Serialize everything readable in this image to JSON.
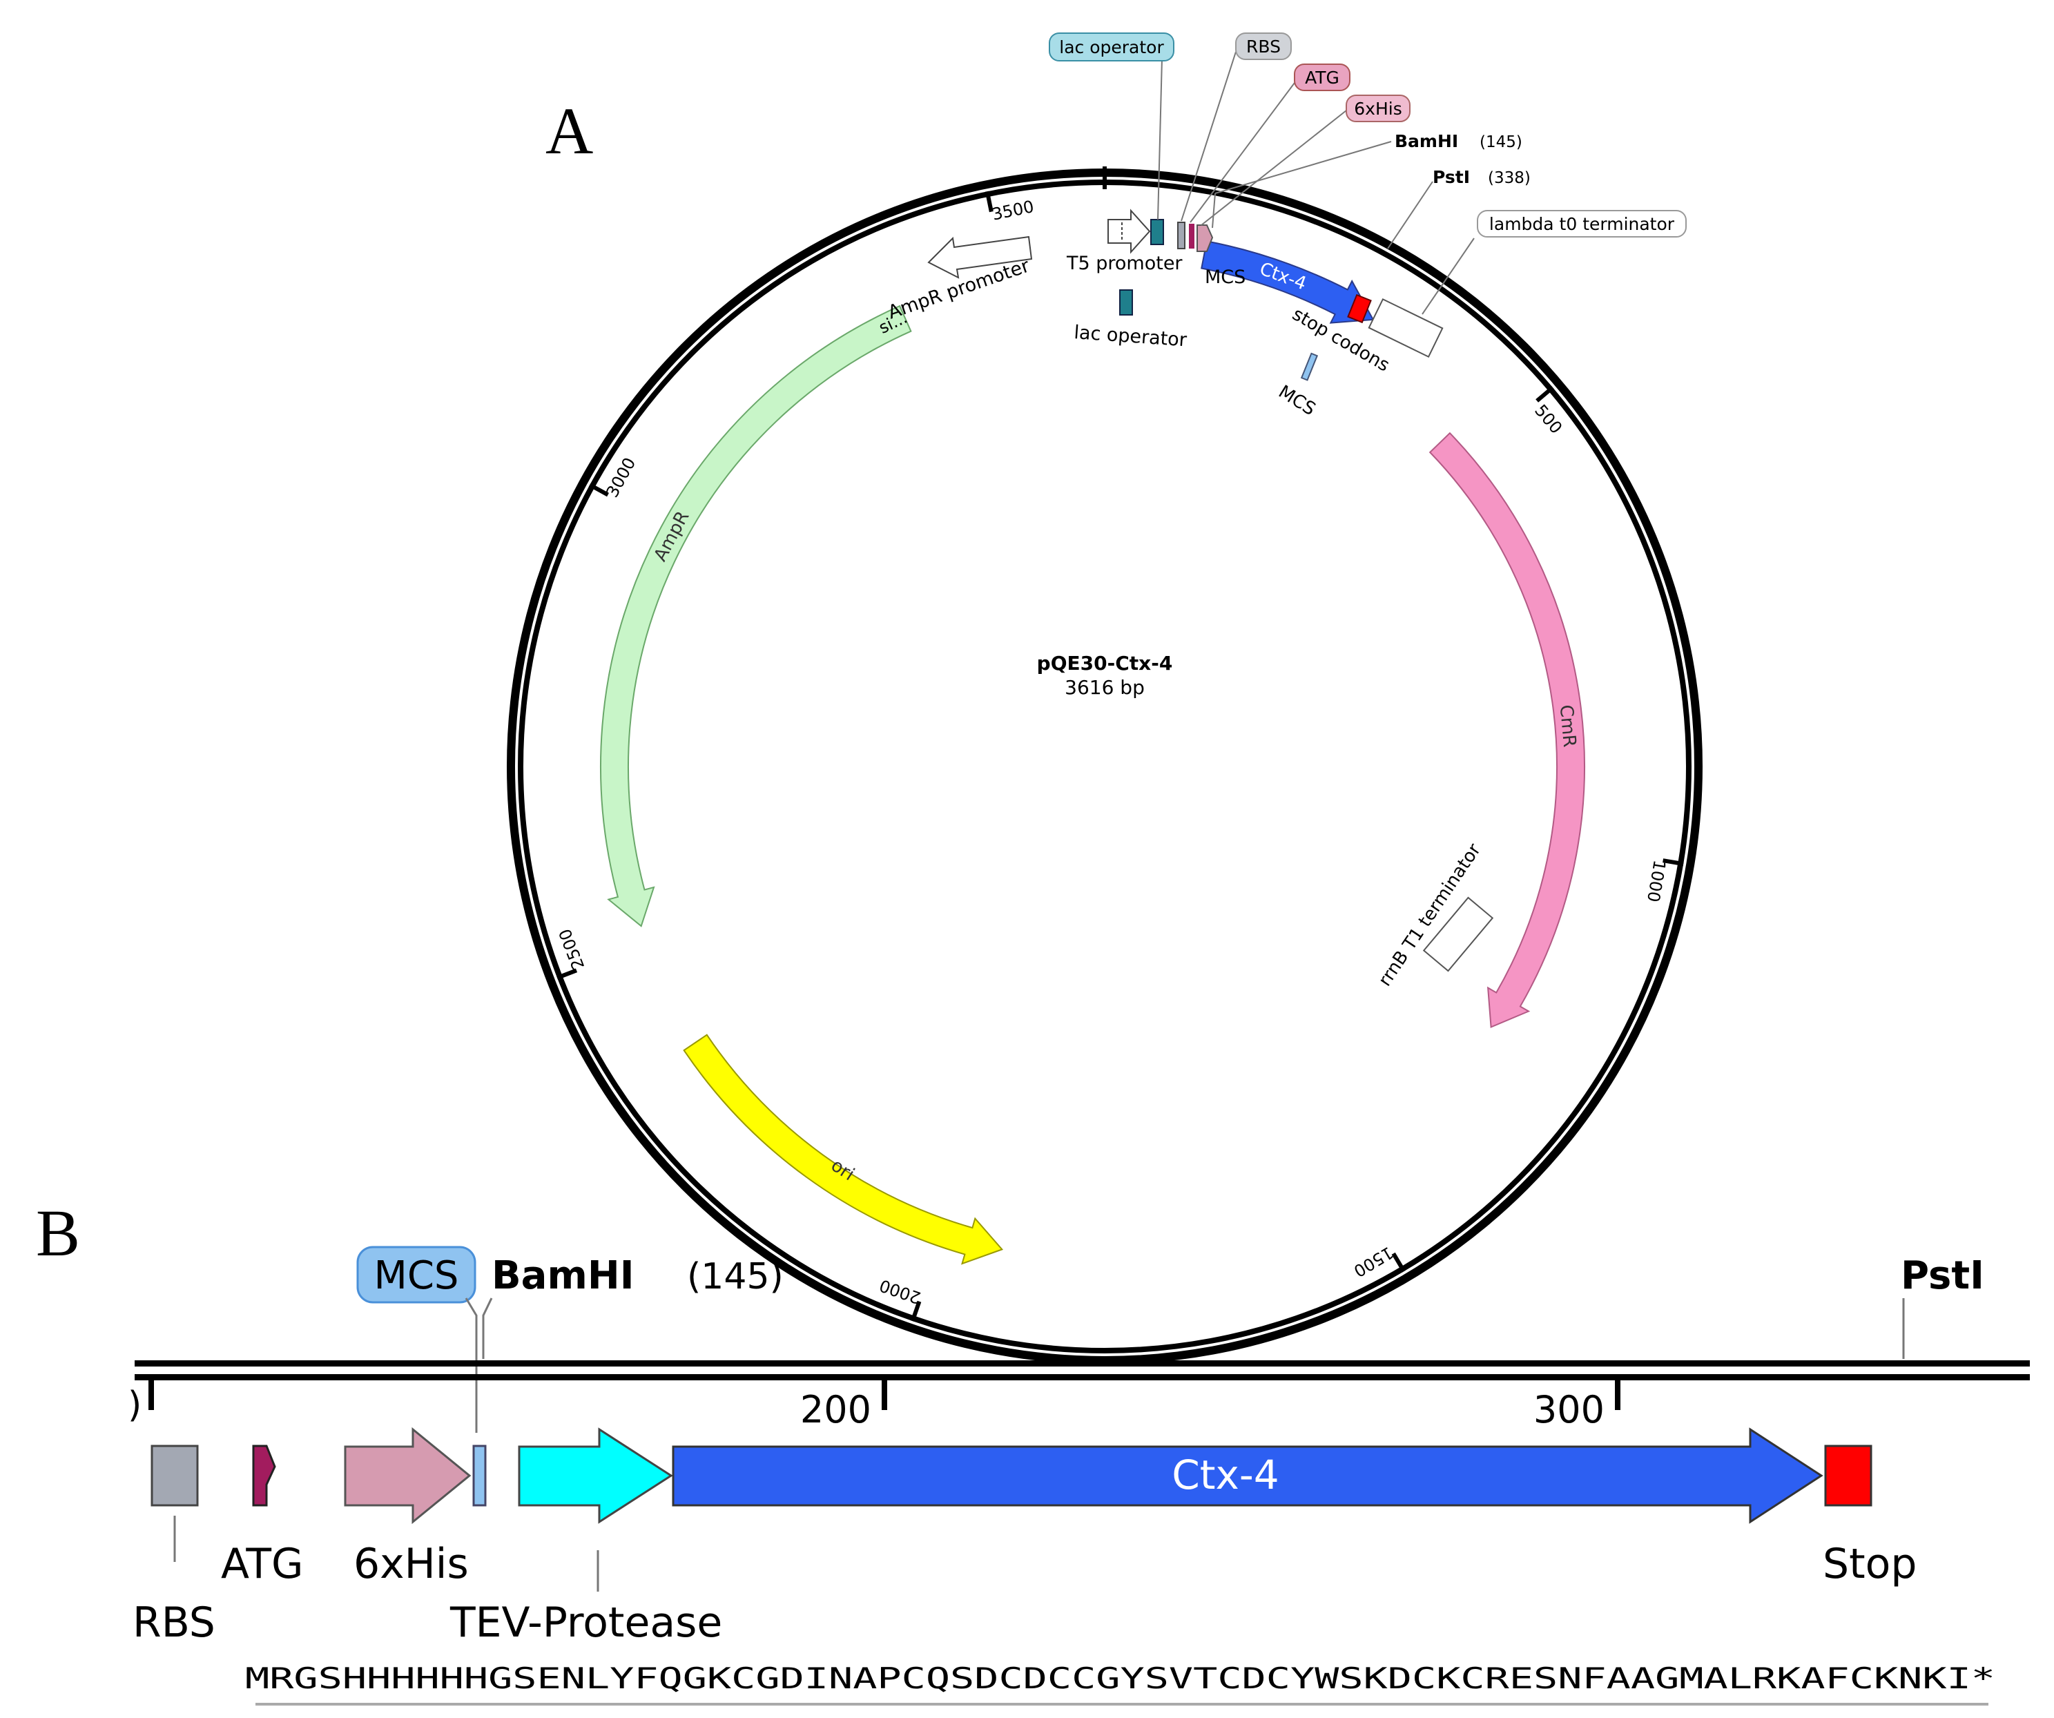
{
  "panel_a": {
    "label": "A",
    "plasmid_name": "pQE30-Ctx-4",
    "plasmid_size": "3616 bp",
    "total_bp": 3616,
    "ticks": [
      {
        "bp": 500,
        "label": "500"
      },
      {
        "bp": 1000,
        "label": "1000"
      },
      {
        "bp": 1500,
        "label": "1500"
      },
      {
        "bp": 2000,
        "label": "2000"
      },
      {
        "bp": 2500,
        "label": "2500"
      },
      {
        "bp": 3000,
        "label": "3000"
      },
      {
        "bp": 3500,
        "label": "3500"
      }
    ],
    "features": {
      "t5_promoter": "T5 promoter",
      "lac_operator_inner": "lac operator",
      "mcs_top": "MCS",
      "ctx4": "Ctx-4",
      "stop_codons": "stop codons",
      "mcs_lower": "MCS",
      "cmr": "CmR",
      "rrnb": "rrnB T1 terminator",
      "ori": "ori",
      "ampr": "AmpR",
      "ampr_promoter": "AmpR promoter",
      "signal": "si..."
    },
    "callouts": {
      "lac_operator": "lac operator",
      "rbs": "RBS",
      "atg": "ATG",
      "his": "6xHis",
      "bamhi": "BamHI",
      "bamhi_pos": "(145)",
      "psti": "PstI",
      "psti_pos": "(338)",
      "lambda": "lambda t0 terminator"
    },
    "colors": {
      "ctx4": "#2d5ff2",
      "cmr": "#f595c4",
      "ori": "#ffff00",
      "ampr": "#c8f5c8",
      "lac_operator": "#1f7f8c",
      "stop": "#ff0000",
      "his": "#d69bb0",
      "atg": "#a21c5e"
    }
  },
  "panel_b": {
    "label": "B",
    "mcs": "MCS",
    "bamhi": "BamHI",
    "bamhi_pos": "(145)",
    "psti": "PstI",
    "tick_left": ")",
    "tick_200": "200",
    "tick_300": "300",
    "rbs": "RBS",
    "atg": "ATG",
    "his": "6xHis",
    "tev": "TEV-Protease",
    "ctx4": "Ctx-4",
    "stop": "Stop",
    "sequence": "MRGSHHHHHHGSENLYFQGKCGDINAPCQSDCDCCGYSVTCDCYWSKDCKCRESNFAAGMALRKAFCKNKI*",
    "colors": {
      "rbs": "#a3a8b3",
      "atg": "#a21c5e",
      "his": "#d69bb0",
      "mcs": "#8fc3f0",
      "tev": "#00ffff",
      "ctx4": "#2d5ff2",
      "stop": "#ff0000"
    }
  }
}
